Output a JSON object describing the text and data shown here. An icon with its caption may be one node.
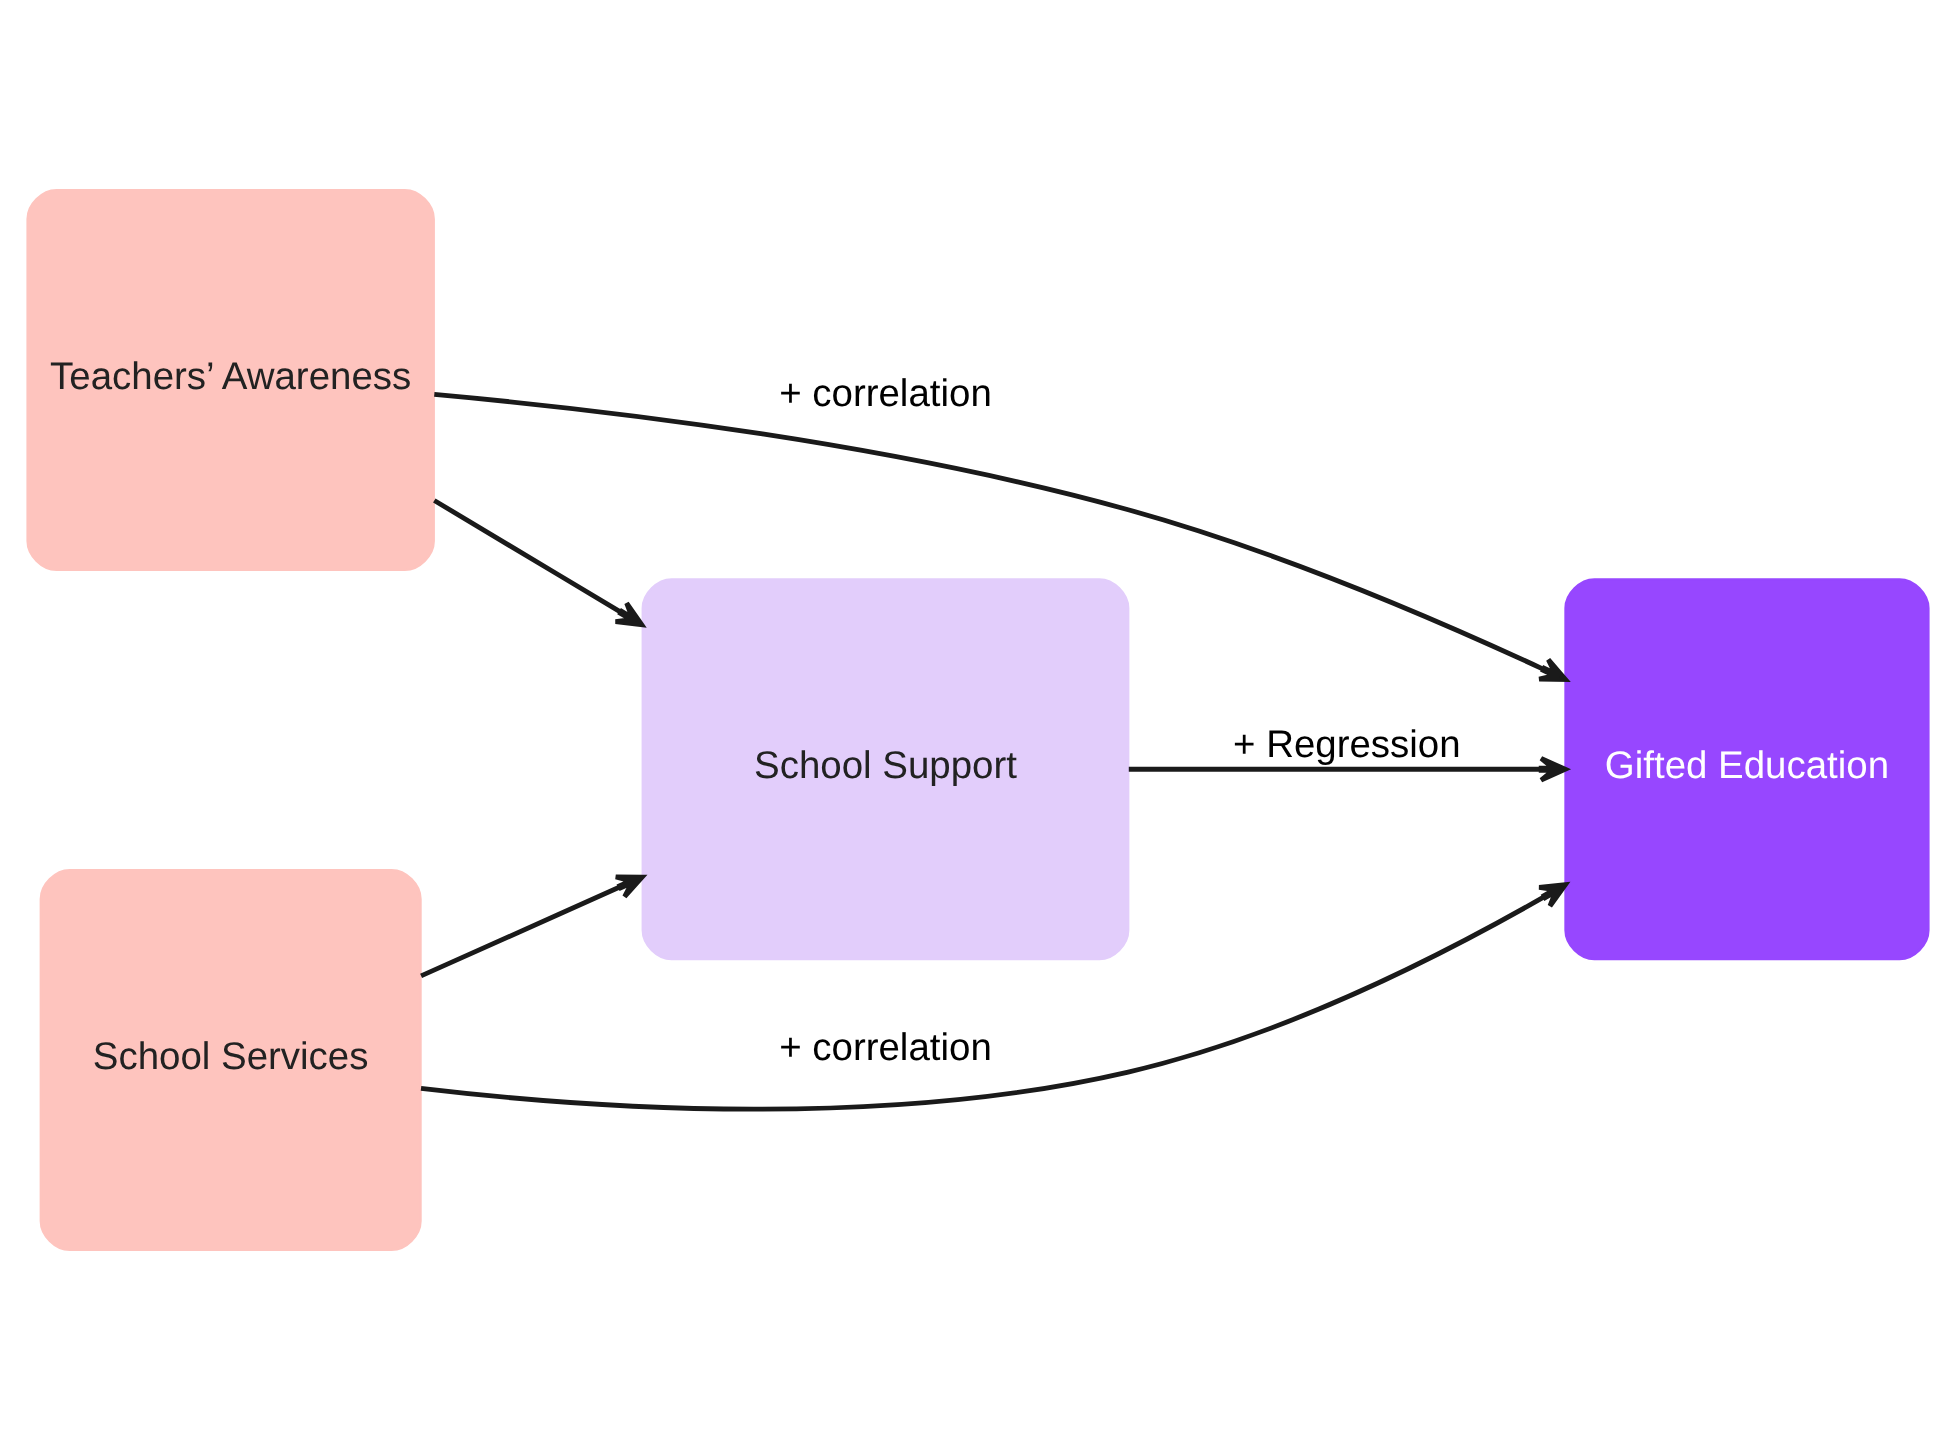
{
  "diagram": {
    "nodes": [
      {
        "text": [
          "Teachers’ Awareness"
        ]
      },
      {
        "text": [
          "School Services"
        ]
      },
      {
        "text": [
          "School Support"
        ]
      },
      {
        "text": [
          "Gifted Education"
        ]
      }
    ],
    "edges": [
      {
        "from": 0,
        "to": 3,
        "arrow": "to",
        "label": "+ correlation"
      },
      {
        "from": 0,
        "to": 2,
        "arrow": "to"
      },
      {
        "from": 1,
        "to": 2,
        "arrow": "to"
      },
      {
        "from": 2,
        "to": 3,
        "arrow": "to",
        "label": "+ Regression"
      },
      {
        "from": 1,
        "to": 3,
        "arrow": "to",
        "label": "+ correlation"
      }
    ]
  }
}
